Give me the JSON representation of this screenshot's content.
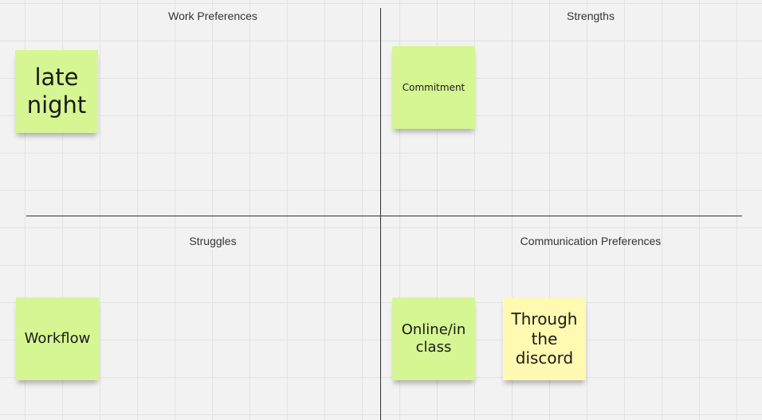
{
  "board": {
    "quadrants": {
      "top_left": "Work Preferences",
      "top_right": "Strengths",
      "bottom_left": "Struggles",
      "bottom_right": "Communication Preferences"
    },
    "notes": [
      {
        "text": "late night",
        "color": "#d5f692"
      },
      {
        "text": "Commitment",
        "color": "#d5f692"
      },
      {
        "text": "Workflow",
        "color": "#d5f692"
      },
      {
        "text": "Online/in class",
        "color": "#d5f692"
      },
      {
        "text": "Through the discord",
        "color": "#fff9b1"
      }
    ]
  }
}
